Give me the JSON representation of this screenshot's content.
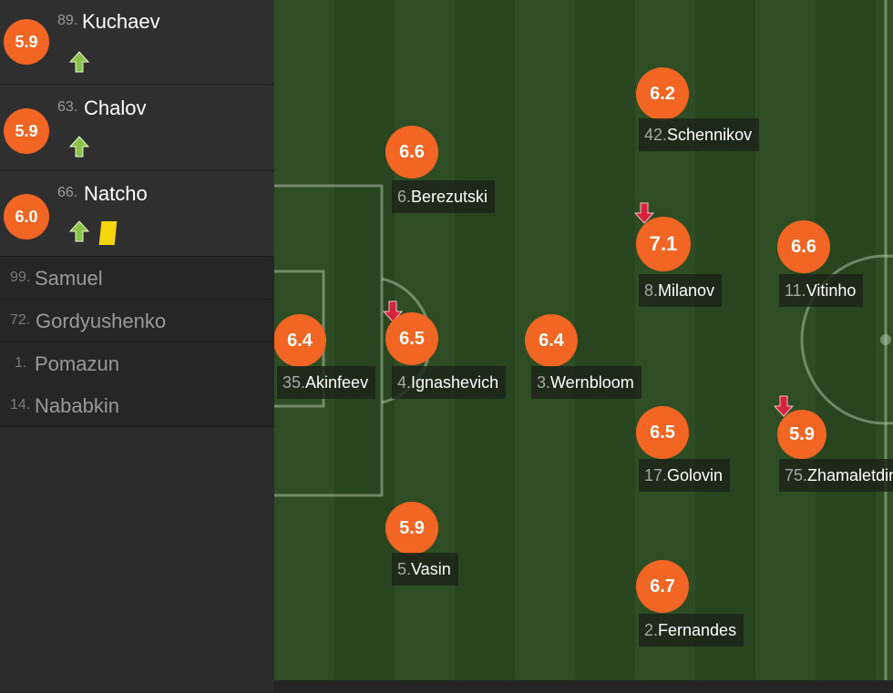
{
  "sidebar": {
    "substitutes_in": [
      {
        "rating": "5.9",
        "number": "89.",
        "name": "Kuchaev",
        "events": [
          "sub-in-arrow"
        ]
      },
      {
        "rating": "5.9",
        "number": "63.",
        "name": "Chalov",
        "events": [
          "sub-in-arrow"
        ]
      },
      {
        "rating": "6.0",
        "number": "66.",
        "name": "Natcho",
        "events": [
          "sub-in-arrow",
          "yellow-card"
        ]
      }
    ],
    "bench": [
      {
        "number": "99.",
        "name": "Samuel"
      },
      {
        "number": "72.",
        "name": "Gordyushenko"
      },
      {
        "number": "1.",
        "name": "Pomazun"
      },
      {
        "number": "14.",
        "name": "Nababkin"
      }
    ]
  },
  "pitch": {
    "players": [
      {
        "rating": "6.4",
        "number": "35.",
        "name": "Akinfeev",
        "subbed_off": false
      },
      {
        "rating": "6.6",
        "number": "6.",
        "name": "Berezutski",
        "subbed_off": false
      },
      {
        "rating": "6.5",
        "number": "4.",
        "name": "Ignashevich",
        "subbed_off": true
      },
      {
        "rating": "5.9",
        "number": "5.",
        "name": "Vasin",
        "subbed_off": false
      },
      {
        "rating": "6.4",
        "number": "3.",
        "name": "Wernbloom",
        "subbed_off": false
      },
      {
        "rating": "6.2",
        "number": "42.",
        "name": "Schennikov",
        "subbed_off": false
      },
      {
        "rating": "7.1",
        "number": "8.",
        "name": "Milanov",
        "subbed_off": true
      },
      {
        "rating": "6.5",
        "number": "17.",
        "name": "Golovin",
        "subbed_off": false
      },
      {
        "rating": "6.7",
        "number": "2.",
        "name": "Fernandes",
        "subbed_off": false
      },
      {
        "rating": "6.6",
        "number": "11.",
        "name": "Vitinho",
        "subbed_off": false
      },
      {
        "rating": "5.9",
        "number": "75.",
        "name": "Zhamaletdinov",
        "subbed_off": true
      }
    ]
  },
  "colors": {
    "rating_badge": "#f26522",
    "sub_in": "#8bc34a",
    "sub_off": "#d6213a",
    "yellow_card": "#f5d60a"
  }
}
